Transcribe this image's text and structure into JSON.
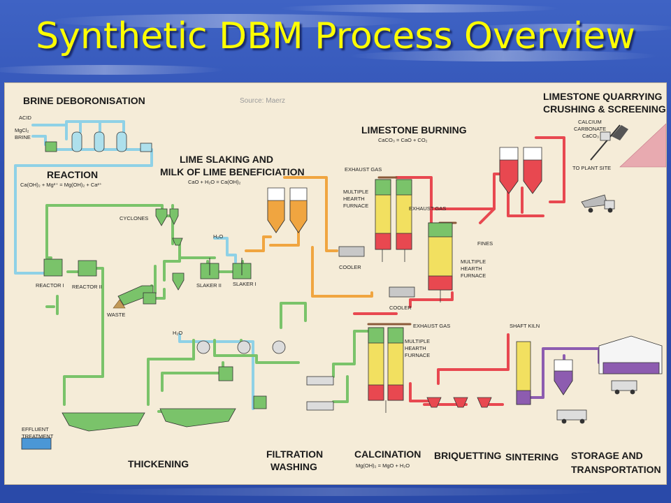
{
  "slide": {
    "title": "Synthetic DBM Process Overview"
  },
  "diagram": {
    "source": "Source: Maerz",
    "sections": {
      "brine": "BRINE DEBORONISATION",
      "reaction": "REACTION",
      "lime_slaking_1": "LIME SLAKING AND",
      "lime_slaking_2": "MILK OF LIME BENEFICIATION",
      "limestone_burning": "LIMESTONE BURNING",
      "quarry_1": "LIMESTONE QUARRYING",
      "quarry_2": "CRUSHING & SCREENING",
      "thickening": "THICKENING",
      "filtration_1": "FILTRATION",
      "filtration_2": "WASHING",
      "calcination": "CALCINATION",
      "briquetting": "BRIQUETTING",
      "sintering": "SINTERING",
      "storage_1": "STORAGE AND",
      "storage_2": "TRANSPORTATION"
    },
    "equations": {
      "reaction": "Ca(OH)₂ + Mg²⁺ = Mg(OH)₂ + Ca²⁺",
      "lime_slaking": "CaO + H₂O = Ca(OH)₂",
      "limestone_burning": "CaCO₃ = CaO + CO₂",
      "calcination": "Mg(OH)₂ = MgO + H₂O"
    },
    "labels": {
      "acid": "ACID",
      "mgcl2": "MgCl₂",
      "brine": "BRINE",
      "cyclones": "CYCLONES",
      "h2o_1": "H₂O",
      "h2o_2": "H₂O",
      "reactor_1": "REACTOR I",
      "reactor_2": "REACTOR II",
      "waste": "WASTE",
      "slaker_2": "SLAKER II",
      "slaker_1": "SLAKER I",
      "exhaust_gas_1": "EXHAUST GAS",
      "exhaust_gas_2": "EXHAUST GAS",
      "exhaust_gas_3": "EXHAUST GAS",
      "mhf_1a": "MULTIPLE",
      "mhf_1b": "HEARTH",
      "mhf_1c": "FURNACE",
      "mhf_2a": "MULTIPLE",
      "mhf_2b": "HEARTH",
      "mhf_2c": "FURNACE",
      "mhf_3a": "MULTIPLE",
      "mhf_3b": "HEARTH",
      "mhf_3c": "FURNACE",
      "cooler_1": "COOLER",
      "cooler_2": "COOLER",
      "fines": "FINES",
      "calcium_1": "CALCIUM",
      "calcium_2": "CARBONATE",
      "caco3": "CaCO₃",
      "to_plant": "TO PLANT SITE",
      "shaft_kiln": "SHAFT KILN",
      "effluent_1": "EFFLUENT",
      "effluent_2": "TREATMENT"
    }
  }
}
